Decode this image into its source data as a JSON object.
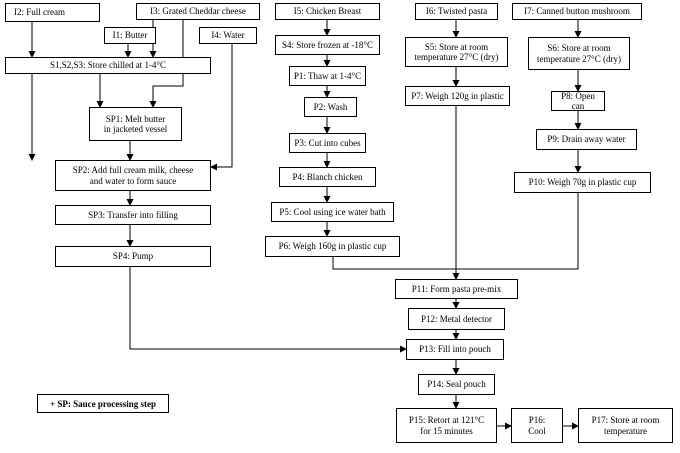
{
  "nodes": {
    "I2": "I2: Full cream",
    "I3": "I3: Grated Cheddar cheese",
    "I1": "I1: Butter",
    "I4": "I4: Water",
    "S123": "S1,S2,S3: Store chilled at 1-4°C",
    "SP1": "SP1: Melt butter\nin jacketed vessel",
    "SP2": "SP2: Add full cream milk, cheese\nand water to form sauce",
    "SP3": "SP3: Transfer into filling",
    "SP4": "SP4: Pump",
    "I5": "I5: Chicken Breast",
    "S4": "S4: Store frozen at -18°C",
    "P1": "P1: Thaw at 1-4°C",
    "P2": "P2: Wash",
    "P3": "P3: Cut into cubes",
    "P4": "P4: Blanch chicken",
    "P5": "P5: Cool using ice water bath",
    "P6": "P6: Weigh 160g in plastic cup",
    "I6": "I6: Twisted pasta",
    "S5": "S5: Store at room\ntemperature 27°C (dry)",
    "P7": "P7: Weigh 120g in plastic",
    "I7": "I7: Canned button mushroom",
    "S6": "S6: Store at room\ntemperature 27°C (dry)",
    "P8": "P8: Open can",
    "P9": "P9: Drain away water",
    "P10": "P10: Weigh 70g in plastic cup",
    "P11": "P11: Form pasta pre-mix",
    "P12": "P12: Metal detector",
    "P13": "P13: Fill into pouch",
    "P14": "P14: Seal pouch",
    "P15": "P15: Retort at 121°C\nfor 15 minutes",
    "P16": "P16:\nCool",
    "P17": "P17: Store at room\ntemperature"
  },
  "legend": "+ SP: Sauce processing step"
}
